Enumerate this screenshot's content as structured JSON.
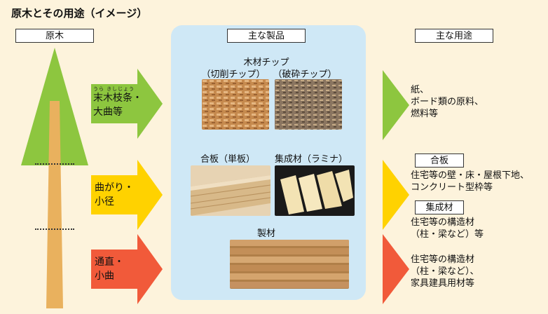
{
  "title": "原木とその用途（イメージ）",
  "headers": {
    "log": "原木",
    "products": "主な製品",
    "uses": "主な用途"
  },
  "arrows": {
    "top": {
      "line1": "末木枝条・",
      "line2": "大曲等",
      "ruby1": "うら き",
      "ruby2": "しじょう",
      "color": "#8dc63f"
    },
    "middle": {
      "line1": "曲がり・",
      "line2": "小径",
      "color": "#ffd200"
    },
    "bottom": {
      "line1": "通直・",
      "line2": "小曲",
      "color": "#f15a3a"
    }
  },
  "products": {
    "chips_title": "木材チップ",
    "chip_cut": "（切削チップ）",
    "chip_crush": "（破砕チップ）",
    "plywood": "合板（単板）",
    "glulam": "集成材（ラミナ）",
    "lumber": "製材"
  },
  "uses": {
    "top": {
      "line1": "紙、",
      "line2": "ボード類の原料、",
      "line3": "燃料等"
    },
    "plywood_label": "合板",
    "plywood": {
      "line1": "住宅等の壁・床・屋根下地、",
      "line2": "コンクリート型枠等"
    },
    "glulam_label": "集成材",
    "glulam": {
      "line1": "住宅等の構造材",
      "line2": "（柱・梁など）等"
    },
    "lumber": {
      "line1": "住宅等の構造材",
      "line2": "（柱・梁など）、",
      "line3": "家具建具用材等"
    }
  },
  "colors": {
    "tree_green": "#8dc63f",
    "trunk": "#e9b15e",
    "panel": "#cfe8f6",
    "background": "#fdf3dc"
  }
}
